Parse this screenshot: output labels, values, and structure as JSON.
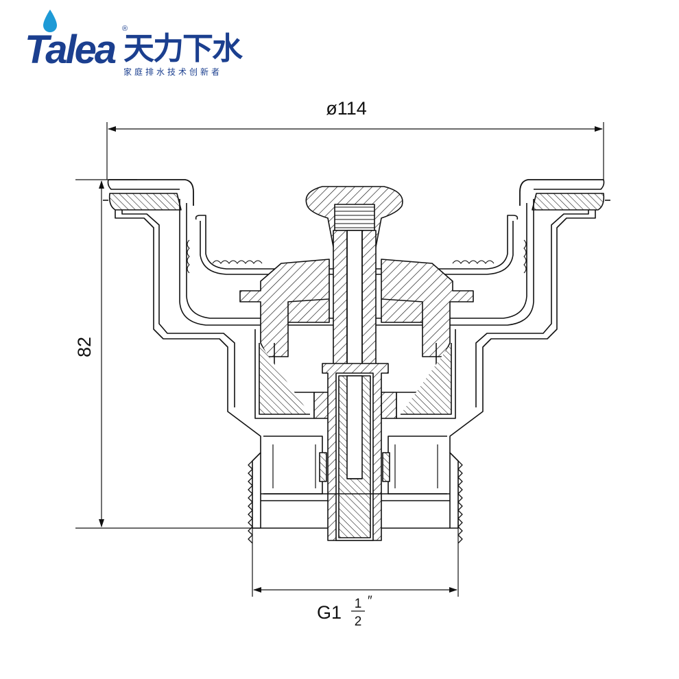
{
  "brand": {
    "name_latin": "Talea",
    "name_cn": "天力下水",
    "slogan": "家庭排水技术创新者",
    "registered": "®",
    "primary_color": "#1b3f8f",
    "accent_color": "#1e9ad6"
  },
  "dimensions": {
    "diameter": "ø114",
    "height": "82",
    "thread_prefix": "G1",
    "thread_numerator": "1",
    "thread_denominator": "2",
    "thread_unit": "″"
  },
  "colors": {
    "line": "#111111",
    "background": "#ffffff"
  }
}
